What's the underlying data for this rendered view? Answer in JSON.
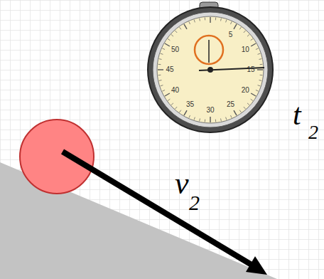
{
  "diagram": {
    "labels": [
      "50",
      "5",
      "45",
      "10",
      "40",
      "15",
      "35",
      "30",
      "25",
      "20",
      "t",
      "2",
      "v",
      "2"
    ]
  }
}
